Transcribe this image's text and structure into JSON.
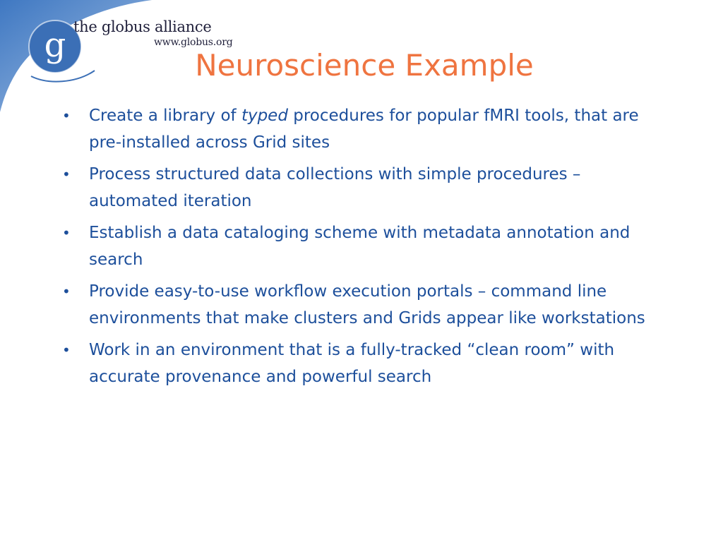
{
  "brand": {
    "name": "the globus alliance",
    "url": "www.globus.org",
    "logo_letter": "g",
    "logo_icon": "globus-g-logo-icon"
  },
  "colors": {
    "title": "#ef7440",
    "body_text": "#1d4f9b",
    "swoosh": "#5b8ccb",
    "logo_blue": "#3b6fb6"
  },
  "slide": {
    "title": "Neuroscience Example",
    "bullet_glyph": "•",
    "bullets": [
      {
        "before": "Create a library of ",
        "emphasis": "typed",
        "after": " procedures for popular fMRI tools, that are pre-installed across Grid sites"
      },
      {
        "text": "Process structured data collections with simple procedures – automated iteration"
      },
      {
        "text": "Establish a data cataloging scheme with metadata annotation and search"
      },
      {
        "text": "Provide easy-to-use workflow execution portals – command line environments that make clusters and Grids appear like workstations"
      },
      {
        "text": "Work in an environment that is a fully-tracked “clean room” with accurate provenance and powerful search"
      }
    ]
  }
}
